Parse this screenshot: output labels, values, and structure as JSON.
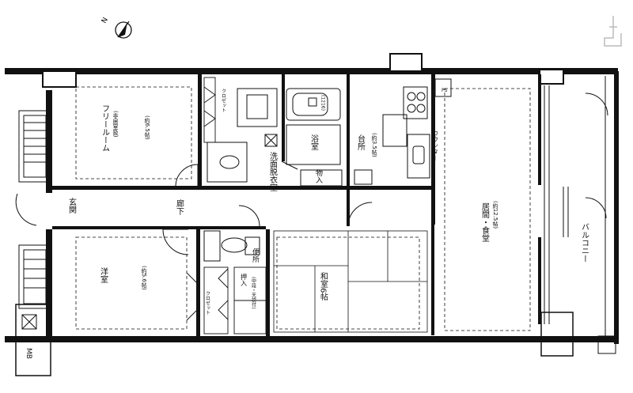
{
  "plan": {
    "north_label": "N",
    "rooms": [
      {
        "id": "free_room",
        "name": "フリールーム",
        "note": "(非居室扱)",
        "area": "(約6.5帖)"
      },
      {
        "id": "western_room",
        "name": "洋室",
        "area": "(約5.6帖)"
      },
      {
        "id": "entrance",
        "name": "玄関"
      },
      {
        "id": "corridor",
        "name": "廊下"
      },
      {
        "id": "washroom",
        "name": "洗面脱衣室"
      },
      {
        "id": "bath",
        "name": "浴室",
        "size": "(1216)"
      },
      {
        "id": "storage",
        "name": "物入"
      },
      {
        "id": "kitchen",
        "name": "台所",
        "area": "(約3.5帖)"
      },
      {
        "id": "counter",
        "name": "カウンター"
      },
      {
        "id": "living",
        "name": "居間・食堂",
        "area": "(約12.5帖)"
      },
      {
        "id": "balcony",
        "name": "バルコニー"
      },
      {
        "id": "toilet",
        "name": "便所"
      },
      {
        "id": "japanese_room",
        "name": "和室6帖"
      },
      {
        "id": "oshiire",
        "name": "押入",
        "note": "(中段・天袋付)"
      },
      {
        "id": "closet_upper",
        "name": "クロゼット"
      },
      {
        "id": "closet_lower",
        "name": "クロゼット"
      }
    ],
    "symbols": {
      "meter_box": "MB",
      "pipe_space": "PS"
    }
  }
}
